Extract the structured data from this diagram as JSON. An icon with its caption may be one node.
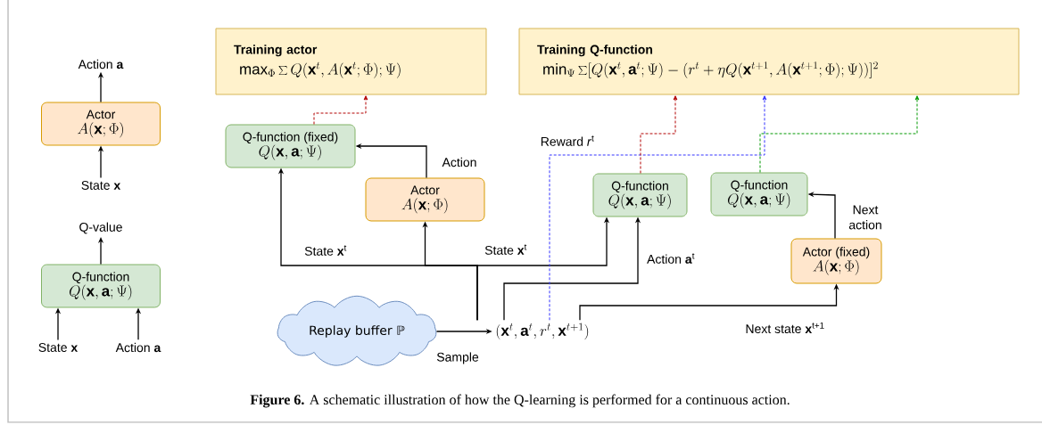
{
  "diagram": {
    "caption": "**Figure 6.** A schematic illustration of how the Q-learning is performed for a continuous action.",
    "nodes": [
      {
        "text": [
          "Actor",
          "A(\\mathbf{x};\\Phi)"
        ]
      },
      {
        "text": [
          "Action **a**"
        ]
      },
      {
        "text": [
          "State **x**"
        ]
      },
      {
        "text": [
          "Q-function",
          "Q(\\mathbf{x},\\mathbf{a};\\Psi)"
        ]
      },
      {
        "text": [
          "Q-value"
        ]
      },
      {
        "text": [
          "State **x**"
        ]
      },
      {
        "text": [
          "Action **a**"
        ]
      },
      {
        "text": [
          "Training actor",
          "\\max_\\Phi \\sum Q(\\mathbf{x}^t, A(\\mathbf{x}^t;\\Phi);\\Psi)"
        ]
      },
      {
        "text": [
          "Training Q-function",
          "\\min_\\Psi \\sum [Q(\\mathbf{x}^t,\\mathbf{a}^t;\\Psi)-(r^t+\\eta Q(\\mathbf{x}^{t+1},A(\\mathbf{x}^{t+1};\\Phi);\\Psi))]^2"
        ]
      },
      {
        "text": [
          "Q-function (fixed)",
          "Q(\\mathbf{x},\\mathbf{a};\\Psi)"
        ]
      },
      {
        "text": [
          "Actor",
          "A(\\mathbf{x};\\Phi)"
        ]
      },
      {
        "text": [
          "Q-function",
          "Q(\\mathbf{x},\\mathbf{a};\\Psi)"
        ]
      },
      {
        "text": [
          "Q-function",
          "Q(\\mathbf{x},\\mathbf{a};\\Psi)"
        ]
      },
      {
        "text": [
          "Actor (fixed)",
          "A(\\mathbf{x};\\Phi)"
        ]
      },
      {
        "text": [
          "Replay buffer ℙ"
        ]
      },
      {
        "text": [
          "(\\mathbf{x}^t,\\mathbf{a}^t,r^t,\\mathbf{x}^{t+1})"
        ]
      }
    ],
    "edges": [
      {
        "from": 2,
        "to": 0,
        "arrow": "to"
      },
      {
        "from": 0,
        "to": 1,
        "arrow": "to"
      },
      {
        "from": 3,
        "to": 4,
        "arrow": "to"
      },
      {
        "from": 5,
        "to": 3,
        "arrow": "to"
      },
      {
        "from": 6,
        "to": 3,
        "arrow": "to"
      },
      {
        "from": 9,
        "to": 7,
        "arrow": "to",
        "style": "dashed",
        "color": "#b20000"
      },
      {
        "from": 10,
        "to": 9,
        "arrow": "to",
        "label": "Action"
      },
      {
        "from": 15,
        "to": 9,
        "arrow": "to",
        "label": "State **x**$^{t}$"
      },
      {
        "from": 15,
        "to": 10,
        "arrow": "to"
      },
      {
        "from": 15,
        "to": 11,
        "arrow": "to",
        "label": "State **x**$^{t}$"
      },
      {
        "from": 15,
        "to": 11,
        "arrow": "to",
        "label": "Action **a**$^{t}$"
      },
      {
        "from": 15,
        "to": 8,
        "arrow": "to",
        "label": "Reward *r*$^{t}$",
        "style": "dashed",
        "color": "#3333ff"
      },
      {
        "from": 11,
        "to": 8,
        "arrow": "to",
        "style": "dashed",
        "color": "#b20000"
      },
      {
        "from": 12,
        "to": 8,
        "arrow": "to",
        "style": "dashed",
        "color": "#009900"
      },
      {
        "from": 13,
        "to": 12,
        "arrow": "to",
        "label": "Next action"
      },
      {
        "from": 15,
        "to": 13,
        "arrow": "to",
        "label": "Next state **x**$^{t+1}$"
      },
      {
        "from": 14,
        "to": 15,
        "arrow": "to",
        "label": "Sample"
      }
    ]
  }
}
